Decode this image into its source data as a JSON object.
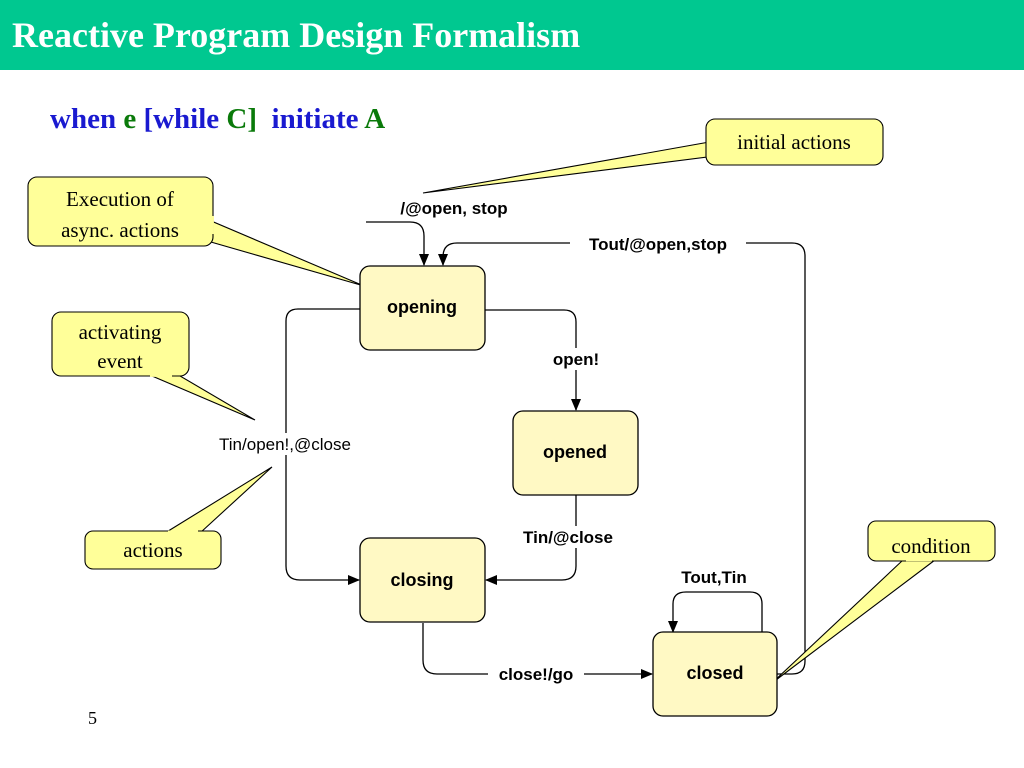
{
  "title": "Reactive Program Design Formalism",
  "rule": {
    "when": "when",
    "e": "e",
    "while_open": "[while",
    "C": "C]",
    "initiate": "initiate",
    "A": "A"
  },
  "states": {
    "opening": "opening",
    "opened": "opened",
    "closing": "closing",
    "closed": "closed"
  },
  "edges": {
    "initial": "/@open, stop",
    "tout_open_stop": "Tout/@open,stop",
    "open_bang": "open!",
    "tin_open_close": "Tin/open!,@close",
    "tin_close": "Tin/@close",
    "tout_tin": "Tout,Tin",
    "close_go": "close!/go"
  },
  "callouts": {
    "initial_actions": "initial actions",
    "execution_line1": "Execution of",
    "execution_line2": "async. actions",
    "activating_line1": "activating",
    "activating_line2": "event",
    "actions": "actions",
    "condition": "condition"
  },
  "page_number": "5",
  "colors": {
    "title_bar": "#00c890",
    "state_fill": "#fff9c4",
    "callout_fill": "#ffff99",
    "rule_blue": "#1a1ad0",
    "rule_green": "#0a7a0a"
  }
}
